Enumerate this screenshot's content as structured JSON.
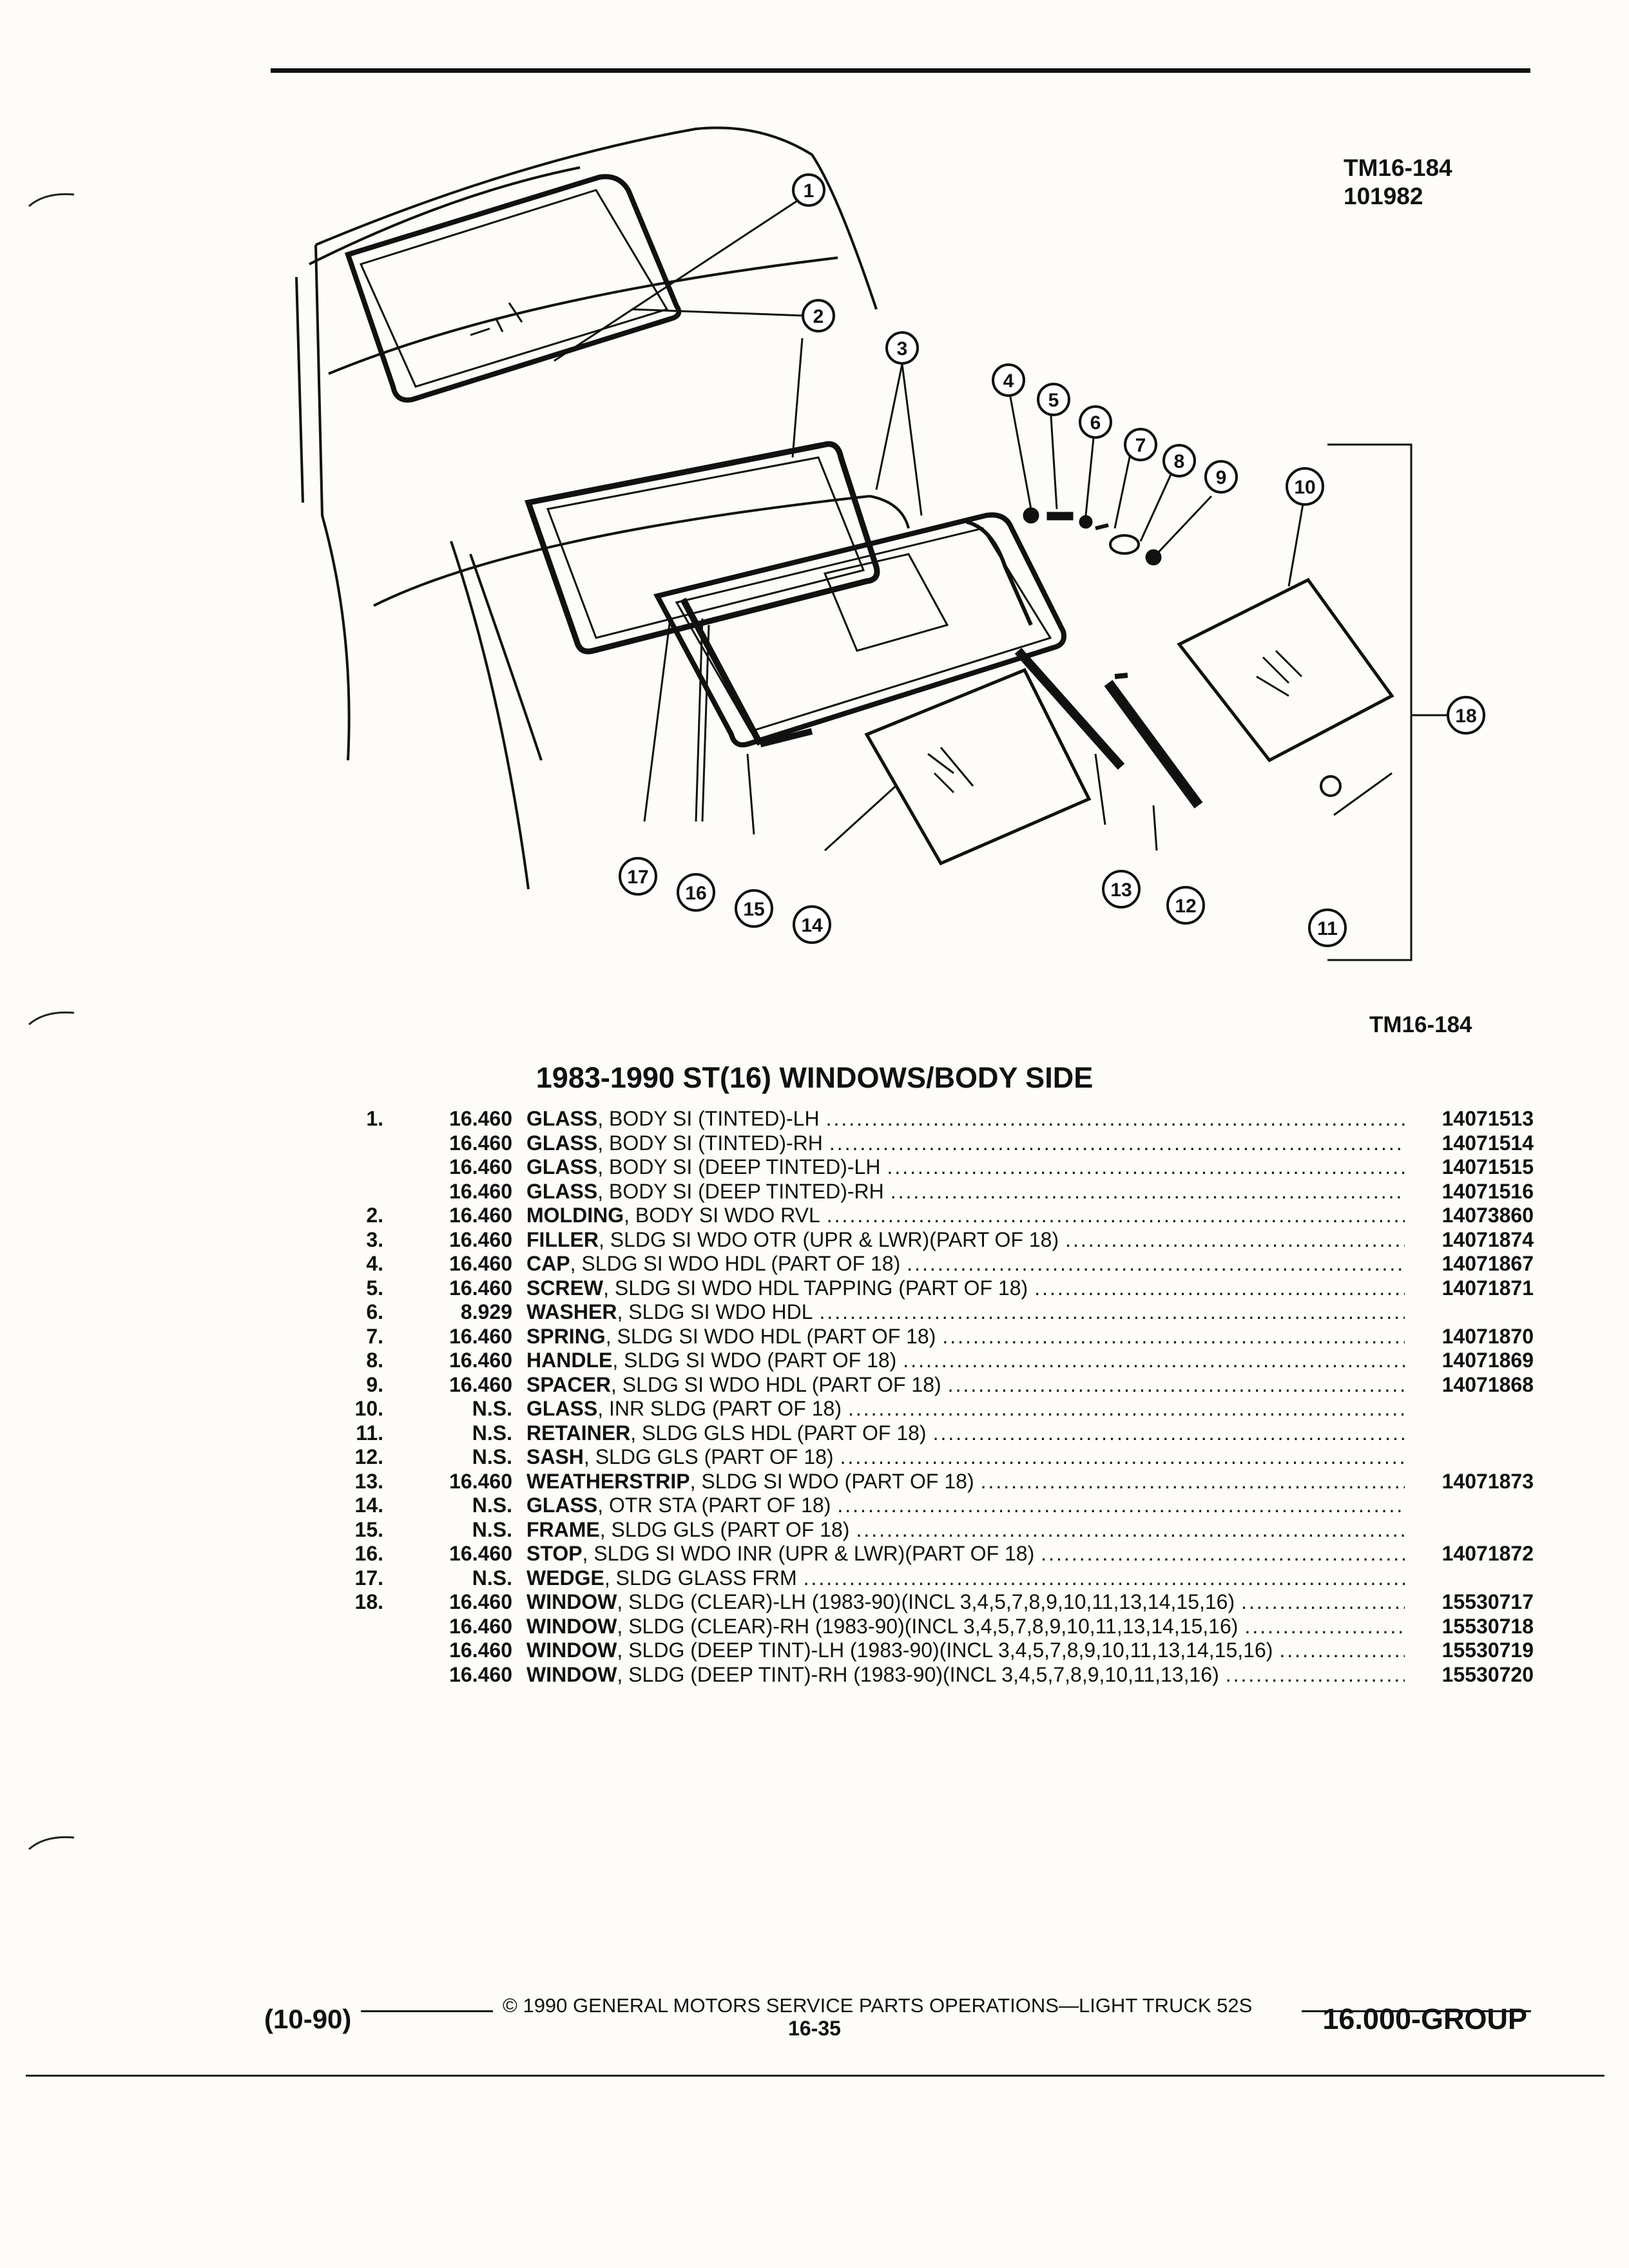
{
  "header": {
    "ref_code": "TM16-184",
    "ref_number": "101982"
  },
  "diagram": {
    "ref_label": "TM16-184",
    "callouts": [
      "1",
      "2",
      "3",
      "4",
      "5",
      "6",
      "7",
      "8",
      "9",
      "10",
      "11",
      "12",
      "13",
      "14",
      "15",
      "16",
      "17",
      "18"
    ]
  },
  "section_title": "1983-1990 ST(16) WINDOWS/BODY SIDE",
  "parts": [
    {
      "num": "1.",
      "group": "16.460",
      "name": "GLASS",
      "desc": ", BODY SI (TINTED)-LH",
      "pn": "14071513"
    },
    {
      "num": "",
      "group": "16.460",
      "name": "GLASS",
      "desc": ", BODY SI (TINTED)-RH",
      "pn": "14071514"
    },
    {
      "num": "",
      "group": "16.460",
      "name": "GLASS",
      "desc": ", BODY SI (DEEP TINTED)-LH",
      "pn": "14071515"
    },
    {
      "num": "",
      "group": "16.460",
      "name": "GLASS",
      "desc": ", BODY SI (DEEP TINTED)-RH",
      "pn": "14071516"
    },
    {
      "num": "2.",
      "group": "16.460",
      "name": "MOLDING",
      "desc": ", BODY SI WDO RVL",
      "pn": "14073860"
    },
    {
      "num": "3.",
      "group": "16.460",
      "name": "FILLER",
      "desc": ", SLDG SI WDO OTR (UPR & LWR)(PART OF 18)",
      "pn": "14071874"
    },
    {
      "num": "4.",
      "group": "16.460",
      "name": "CAP",
      "desc": ", SLDG SI WDO HDL (PART OF 18)",
      "pn": "14071867"
    },
    {
      "num": "5.",
      "group": "16.460",
      "name": "SCREW",
      "desc": ", SLDG SI WDO HDL TAPPING (PART OF 18)",
      "pn": "14071871"
    },
    {
      "num": "6.",
      "group": "8.929",
      "name": "WASHER",
      "desc": ", SLDG SI WDO HDL",
      "pn": ""
    },
    {
      "num": "7.",
      "group": "16.460",
      "name": "SPRING",
      "desc": ", SLDG SI WDO HDL (PART OF 18)",
      "pn": "14071870"
    },
    {
      "num": "8.",
      "group": "16.460",
      "name": "HANDLE",
      "desc": ", SLDG SI WDO (PART OF 18)",
      "pn": "14071869"
    },
    {
      "num": "9.",
      "group": "16.460",
      "name": "SPACER",
      "desc": ", SLDG SI WDO HDL (PART OF 18)",
      "pn": "14071868"
    },
    {
      "num": "10.",
      "group": "N.S.",
      "name": "GLASS",
      "desc": ", INR SLDG (PART OF 18)",
      "pn": ""
    },
    {
      "num": "11.",
      "group": "N.S.",
      "name": "RETAINER",
      "desc": ", SLDG GLS HDL (PART OF 18)",
      "pn": ""
    },
    {
      "num": "12.",
      "group": "N.S.",
      "name": "SASH",
      "desc": ", SLDG GLS (PART OF 18)",
      "pn": ""
    },
    {
      "num": "13.",
      "group": "16.460",
      "name": "WEATHERSTRIP",
      "desc": ", SLDG SI WDO (PART OF 18)",
      "pn": "14071873"
    },
    {
      "num": "14.",
      "group": "N.S.",
      "name": "GLASS",
      "desc": ", OTR STA (PART OF 18)",
      "pn": ""
    },
    {
      "num": "15.",
      "group": "N.S.",
      "name": "FRAME",
      "desc": ", SLDG GLS (PART OF 18)",
      "pn": ""
    },
    {
      "num": "16.",
      "group": "16.460",
      "name": "STOP",
      "desc": ", SLDG SI WDO INR (UPR & LWR)(PART OF 18)",
      "pn": "14071872"
    },
    {
      "num": "17.",
      "group": "N.S.",
      "name": "WEDGE",
      "desc": ", SLDG GLASS FRM",
      "pn": ""
    },
    {
      "num": "18.",
      "group": "16.460",
      "name": "WINDOW",
      "desc": ", SLDG (CLEAR)-LH (1983-90)(INCL 3,4,5,7,8,9,10,11,13,14,15,16)",
      "pn": "15530717"
    },
    {
      "num": "",
      "group": "16.460",
      "name": "WINDOW",
      "desc": ", SLDG (CLEAR)-RH (1983-90)(INCL 3,4,5,7,8,9,10,11,13,14,15,16)",
      "pn": "15530718"
    },
    {
      "num": "",
      "group": "16.460",
      "name": "WINDOW",
      "desc": ", SLDG (DEEP TINT)-LH (1983-90)(INCL 3,4,5,7,8,9,10,11,13,14,15,16)",
      "pn": "15530719"
    },
    {
      "num": "",
      "group": "16.460",
      "name": "WINDOW",
      "desc": ", SLDG (DEEP TINT)-RH (1983-90)(INCL 3,4,5,7,8,9,10,11,13,16)",
      "pn": "15530720"
    }
  ],
  "footer": {
    "copyright": "© 1990 GENERAL MOTORS SERVICE PARTS OPERATIONS—LIGHT TRUCK 52S",
    "date_code": "(10-90)",
    "page": "16-35",
    "group": "16.000-GROUP"
  }
}
